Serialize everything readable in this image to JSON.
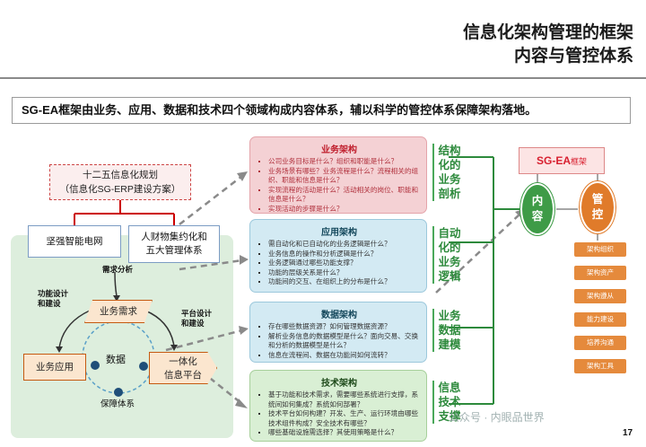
{
  "title": {
    "line1": "信息化架构管理的框架",
    "line2": "内容与管控体系"
  },
  "summary": "SG-EA框架由业务、应用、数据和技术四个领域构成内容体系，辅以科学的管控体系保障架构落地。",
  "left": {
    "plan_line1": "十二五信息化规划",
    "plan_line2": "（信息化SG-ERP建设方案）",
    "node_grid": "坚强智能电网",
    "node_mgmt_line1": "人财物集约化和",
    "node_mgmt_line2": "五大管理体系",
    "label_req_analysis": "需求分析",
    "label_func_design_1": "功能设计",
    "label_func_design_2": "和建设",
    "label_platform_design_1": "平台设计",
    "label_platform_design_2": "和建设",
    "node_biz_req": "业务需求",
    "node_biz_app": "业务应用",
    "node_data": "数据",
    "node_platform_line1": "一体化",
    "node_platform_line2": "信息平台",
    "label_guarantee": "保障体系"
  },
  "panels": [
    {
      "title": "业务架构",
      "items": [
        "公司业务目标是什么？组织和职能是什么？",
        "业务场景有哪些？业务流程是什么？流程相关的组织、职能和信息是什么？",
        "实现流程的活动是什么？活动相关的岗位、职能和信息是什么？",
        "实现活动的步骤是什么？"
      ],
      "label": [
        "结构",
        "化的",
        "业务",
        "剖析"
      ]
    },
    {
      "title": "应用架构",
      "items": [
        "需自动化和已自动化的业务逻辑是什么？",
        "业务信息的操作和分析逻辑是什么？",
        "业务逻辑通过哪些功能支撑？",
        "功能的层级关系是什么？",
        "功能间的交互、在组织上的分布是什么？"
      ],
      "label": [
        "自动",
        "化的",
        "业务",
        "逻辑"
      ]
    },
    {
      "title": "数据架构",
      "items": [
        "存在哪些数据资源？如何管理数据资源？",
        "解析业务信息的数据模型是什么？面向交易、交换和分析的数据模型是什么？",
        "信息在流程间、数据在功能间如何流转？"
      ],
      "label": [
        "业务",
        "数据",
        "建模"
      ]
    },
    {
      "title": "技术架构",
      "items": [
        "基于功能和技术需求，需要哪些系统进行支撑，系统间如何集成？系统如何部署？",
        "技术平台如何构建？开发、生产、运行环境由哪些技术组件构成？安全技术有哪些？",
        "哪些基础设施需选择？其使用策略是什么？"
      ],
      "label": [
        "信息",
        "技术",
        "支撑"
      ]
    }
  ],
  "right": {
    "sgea_main": "SG-EA",
    "sgea_suffix": "框架",
    "content_circle": [
      "内",
      "容"
    ],
    "control_circle": [
      "管",
      "控"
    ],
    "control_items": [
      "架构组织",
      "架构资产",
      "架构遵从",
      "能力建设",
      "培养沟通",
      "架构工具"
    ]
  },
  "watermark": "公众号 · 内眼品世界",
  "page_number": "17",
  "colors": {
    "accent_green": "#2d8a3c",
    "accent_orange": "#e58a3c",
    "accent_red": "#d81f2f"
  }
}
